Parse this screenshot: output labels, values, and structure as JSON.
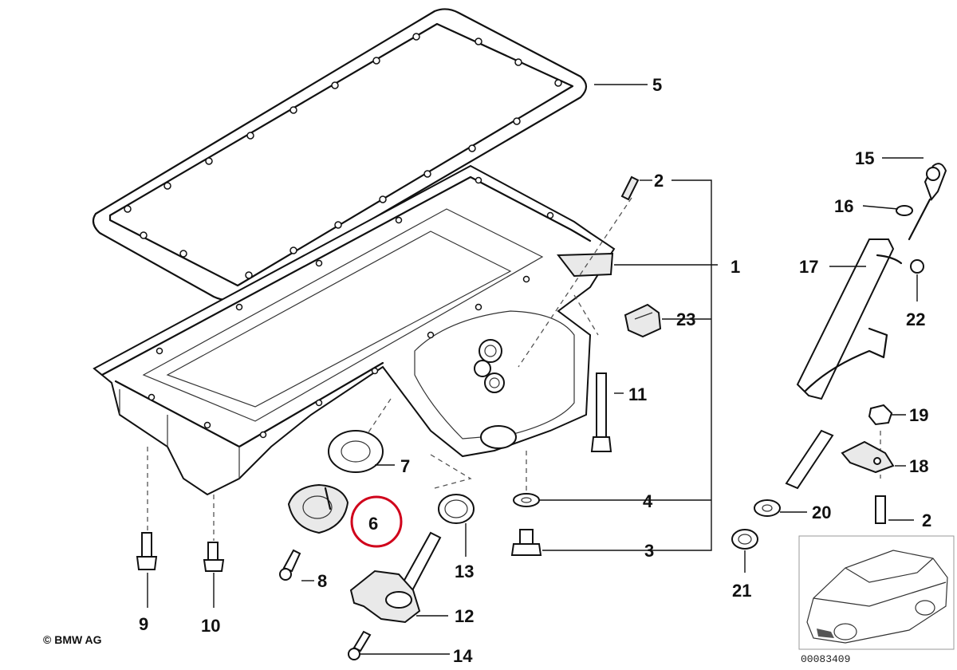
{
  "diagram": {
    "copyright": "© BMW AG",
    "document_number": "00083409",
    "highlighted_part": "6",
    "highlight_color": "#d0021b",
    "labels": {
      "p1": "1",
      "p2a": "2",
      "p2b": "2",
      "p3": "3",
      "p4": "4",
      "p5": "5",
      "p6": "6",
      "p7": "7",
      "p8": "8",
      "p9": "9",
      "p10": "10",
      "p11": "11",
      "p12": "12",
      "p13": "13",
      "p14": "14",
      "p15": "15",
      "p16": "16",
      "p17": "17",
      "p18": "18",
      "p19": "19",
      "p20": "20",
      "p21": "21",
      "p22": "22",
      "p23": "23"
    }
  }
}
